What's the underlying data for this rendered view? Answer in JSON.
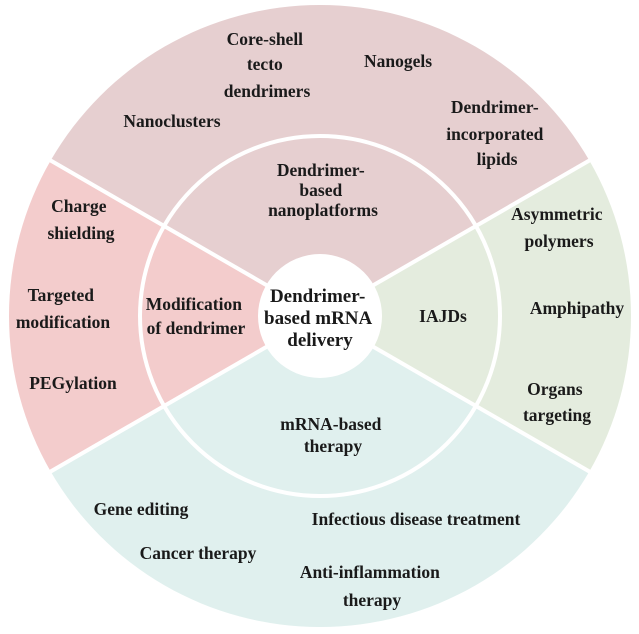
{
  "title": "Dendrimer-based mRNA delivery",
  "colors": {
    "platforms": "#e6cfd0",
    "modification": "#f3cccc",
    "iajds": "#e4ecde",
    "therapy": "#e0f0ee",
    "core": "#ffffff",
    "divider": "#ffffff",
    "text": "#1a1a1a"
  },
  "center": {
    "lines": [
      "Dendrimer-",
      "based mRNA",
      "delivery"
    ]
  },
  "sections": [
    {
      "id": "platforms",
      "inner_label": [
        "Dendrimer-",
        "based",
        "nanoplatforms"
      ],
      "items": [
        {
          "lines": [
            "Core-shell",
            "tecto",
            "dendrimers"
          ]
        },
        {
          "lines": [
            "Nanogels"
          ]
        },
        {
          "lines": [
            "Nanoclusters"
          ]
        },
        {
          "lines": [
            "Dendrimer-",
            "incorporated",
            "lipids"
          ]
        }
      ]
    },
    {
      "id": "modification",
      "inner_label": [
        "Modification",
        "of dendrimer"
      ],
      "items": [
        {
          "lines": [
            "Charge",
            "shielding"
          ]
        },
        {
          "lines": [
            "Targeted",
            "modification"
          ]
        },
        {
          "lines": [
            "PEGylation"
          ]
        }
      ]
    },
    {
      "id": "iajds",
      "inner_label": [
        "IAJDs"
      ],
      "items": [
        {
          "lines": [
            "Asymmetric",
            "polymers"
          ]
        },
        {
          "lines": [
            "Amphipathy"
          ]
        },
        {
          "lines": [
            "Organs",
            "targeting"
          ]
        }
      ]
    },
    {
      "id": "therapy",
      "inner_label": [
        "mRNA-based",
        "therapy"
      ],
      "items": [
        {
          "lines": [
            "Gene editing"
          ]
        },
        {
          "lines": [
            "Infectious disease treatment"
          ]
        },
        {
          "lines": [
            "Cancer therapy"
          ]
        },
        {
          "lines": [
            "Anti-inflammation",
            "therapy"
          ]
        }
      ]
    }
  ]
}
